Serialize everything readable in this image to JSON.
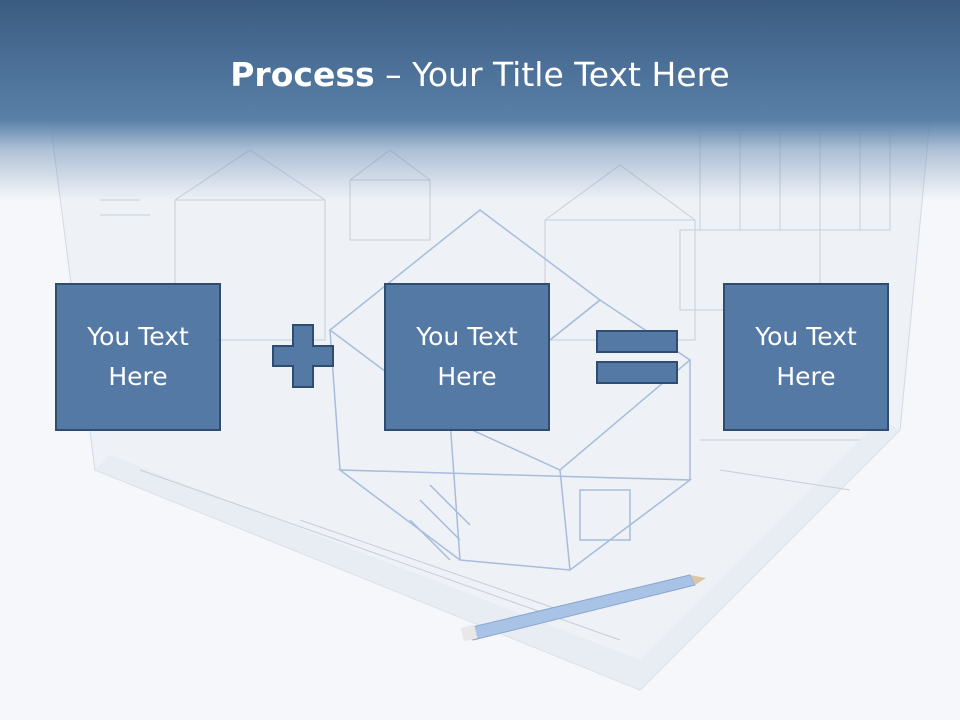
{
  "slide": {
    "title_bold": "Process",
    "title_rest": " – Your Title Text Here"
  },
  "process": {
    "boxes": [
      {
        "text": "You Text Here"
      },
      {
        "text": "You Text Here"
      },
      {
        "text": "You Text Here"
      }
    ],
    "operators": [
      "plus-icon",
      "equals-icon"
    ]
  },
  "colors": {
    "header": "#3b5c80",
    "box_fill": "#5579a5",
    "box_border": "#2f4d70",
    "text": "#ffffff"
  }
}
